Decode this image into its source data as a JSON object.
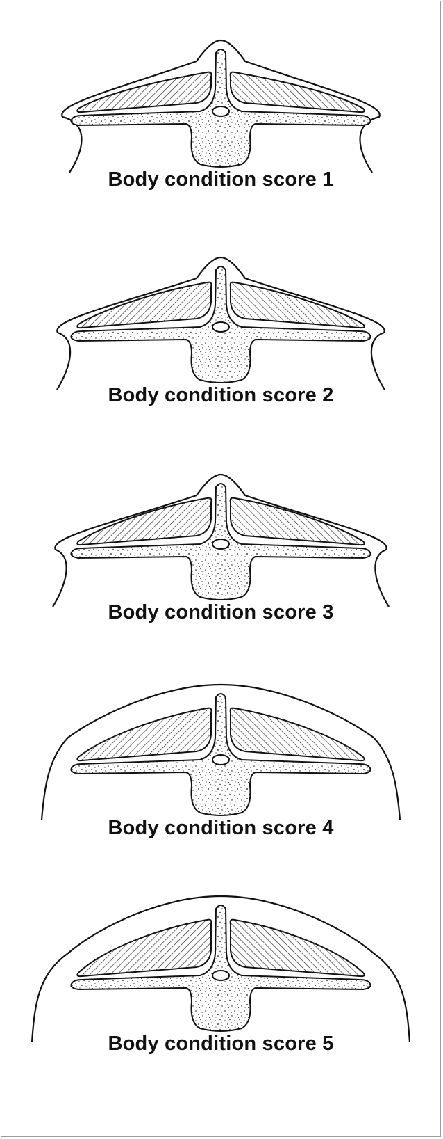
{
  "colors": {
    "ink": "#111111",
    "frame": "#9a9a9a",
    "background": "#ffffff"
  },
  "panels": [
    {
      "caption": "Body condition score 1"
    },
    {
      "caption": "Body condition score 2"
    },
    {
      "caption": "Body condition score 3"
    },
    {
      "caption": "Body condition score 4"
    },
    {
      "caption": "Body condition score 5"
    }
  ]
}
